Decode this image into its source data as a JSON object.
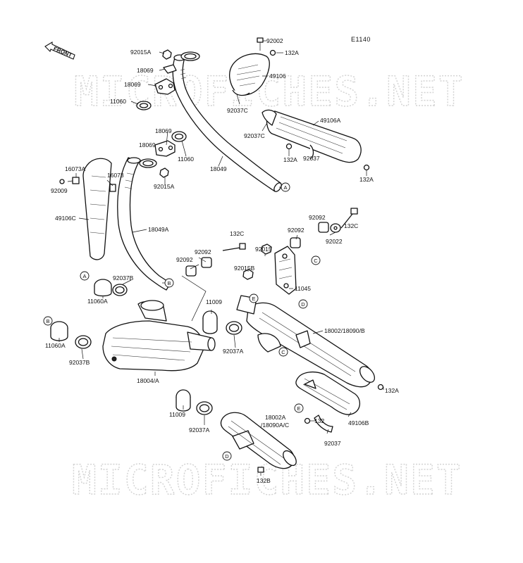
{
  "diagram_code": "E1140",
  "front_label": "FRONT",
  "watermark": "MICROFICHES.NET",
  "part_labels": [
    {
      "id": "l1",
      "text": "92002"
    },
    {
      "id": "l2",
      "text": "132A"
    },
    {
      "id": "l3",
      "text": "49106"
    },
    {
      "id": "l4",
      "text": "92037C"
    },
    {
      "id": "l5",
      "text": "92015A"
    },
    {
      "id": "l6",
      "text": "18069"
    },
    {
      "id": "l7",
      "text": "18069"
    },
    {
      "id": "l8",
      "text": "11060"
    },
    {
      "id": "l9",
      "text": "49106A"
    },
    {
      "id": "l10",
      "text": "92037C"
    },
    {
      "id": "l11",
      "text": "132A"
    },
    {
      "id": "l12",
      "text": "92037"
    },
    {
      "id": "l13",
      "text": "132A"
    },
    {
      "id": "l14",
      "text": "18069"
    },
    {
      "id": "l15",
      "text": "18069"
    },
    {
      "id": "l16",
      "text": "11060"
    },
    {
      "id": "l17",
      "text": "18049"
    },
    {
      "id": "l18",
      "text": "16073A"
    },
    {
      "id": "l19",
      "text": "16073"
    },
    {
      "id": "l20",
      "text": "92009"
    },
    {
      "id": "l21",
      "text": "92015A"
    },
    {
      "id": "l22",
      "text": "49106C"
    },
    {
      "id": "l23",
      "text": "18049A"
    },
    {
      "id": "l24",
      "text": "92092"
    },
    {
      "id": "l25",
      "text": "132C"
    },
    {
      "id": "l26",
      "text": "92092"
    },
    {
      "id": "l27",
      "text": "92022"
    },
    {
      "id": "l28",
      "text": "132C"
    },
    {
      "id": "l29",
      "text": "92015"
    },
    {
      "id": "l30",
      "text": "92092"
    },
    {
      "id": "l31",
      "text": "92092"
    },
    {
      "id": "l32",
      "text": "92015B"
    },
    {
      "id": "l33",
      "text": "11045"
    },
    {
      "id": "l34",
      "text": "92037B"
    },
    {
      "id": "l35",
      "text": "11060A"
    },
    {
      "id": "l36",
      "text": "11009"
    },
    {
      "id": "l37",
      "text": "18002/18090/B"
    },
    {
      "id": "l38",
      "text": "11060A"
    },
    {
      "id": "l39",
      "text": "92037B"
    },
    {
      "id": "l40",
      "text": "92037A"
    },
    {
      "id": "l41",
      "text": "18004/A"
    },
    {
      "id": "l42",
      "text": "132A"
    },
    {
      "id": "l43",
      "text": "11009"
    },
    {
      "id": "l44",
      "text": "92037A"
    },
    {
      "id": "l45",
      "text": "18002A"
    },
    {
      "id": "l46",
      "text": "/18090A/C"
    },
    {
      "id": "l47",
      "text": "132"
    },
    {
      "id": "l48",
      "text": "49106B"
    },
    {
      "id": "l49",
      "text": "92037"
    },
    {
      "id": "l50",
      "text": "132B"
    }
  ],
  "callouts": [
    {
      "id": "c1",
      "text": "A"
    },
    {
      "id": "c2",
      "text": "B"
    },
    {
      "id": "c3",
      "text": "A"
    },
    {
      "id": "c4",
      "text": "B"
    },
    {
      "id": "c5",
      "text": "C"
    },
    {
      "id": "c6",
      "text": "D"
    },
    {
      "id": "c7",
      "text": "E"
    },
    {
      "id": "c8",
      "text": "C"
    },
    {
      "id": "c9",
      "text": "E"
    },
    {
      "id": "c10",
      "text": "D"
    }
  ]
}
